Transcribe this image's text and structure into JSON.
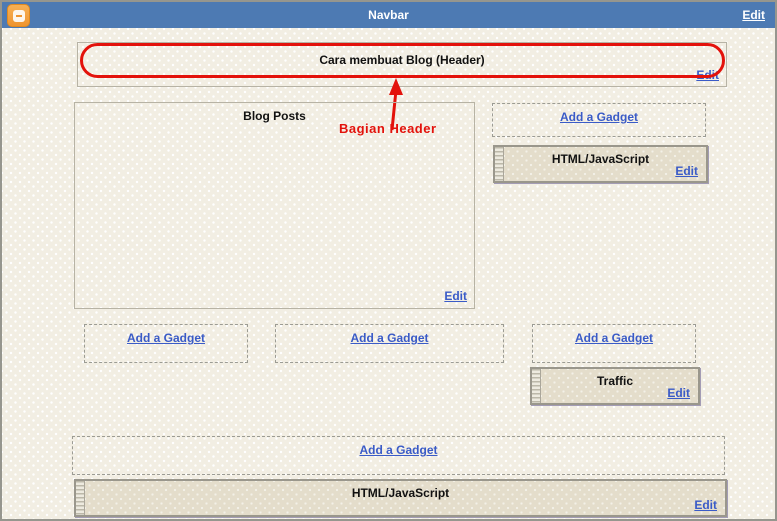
{
  "navbar": {
    "title": "Navbar",
    "edit_label": "Edit"
  },
  "header": {
    "title": "Cara membuat Blog (Header)",
    "edit_label": "Edit"
  },
  "annotation": {
    "label": "Bagian Header"
  },
  "blog_posts": {
    "title": "Blog Posts",
    "edit_label": "Edit"
  },
  "sidebar": {
    "add_gadget_label": "Add a Gadget",
    "gadget": {
      "title": "HTML/JavaScript",
      "edit_label": "Edit"
    }
  },
  "middle_row": {
    "add_gadget_labels": [
      "Add a Gadget",
      "Add a Gadget",
      "Add a Gadget"
    ]
  },
  "traffic_gadget": {
    "title": "Traffic",
    "edit_label": "Edit"
  },
  "footer": {
    "add_gadget_label": "Add a Gadget",
    "gadget": {
      "title": "HTML/JavaScript",
      "edit_label": "Edit"
    }
  },
  "colors": {
    "navbar_blue": "#4d7ab3",
    "link_blue": "#3a5bc7",
    "annotation_red": "#e3120b",
    "gadget_background": "#e4ddcb",
    "page_background": "#f2eee3"
  }
}
